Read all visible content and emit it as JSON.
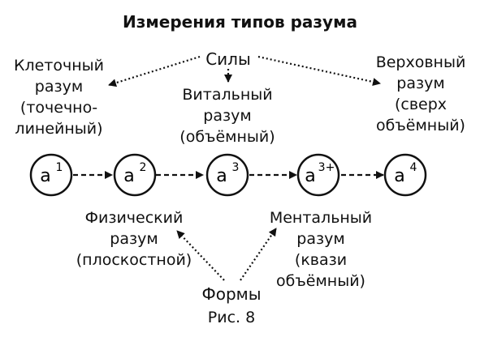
{
  "title": "Измерения типов разума",
  "sily": "Силы",
  "formy": "Формы",
  "caption": "Рис. 8",
  "cell_mind": [
    "Клеточный",
    "разум",
    "(точечно-",
    "линейный)"
  ],
  "vital_mind": [
    "Витальный",
    "разум",
    "(объёмный)"
  ],
  "supreme_mind": [
    "Верховный",
    "разум",
    "(сверх",
    "объёмный)"
  ],
  "physical_mind": [
    "Физический",
    "разум",
    "(плоскостной)"
  ],
  "mental_mind": [
    "Ментальный",
    "разум",
    "(квази",
    "объёмный)"
  ],
  "nodes": [
    {
      "base": "а",
      "sup": "1"
    },
    {
      "base": "а",
      "sup": "2"
    },
    {
      "base": "а",
      "sup": "3"
    },
    {
      "base": "а",
      "sup": "3+"
    },
    {
      "base": "а",
      "sup": "4"
    }
  ]
}
